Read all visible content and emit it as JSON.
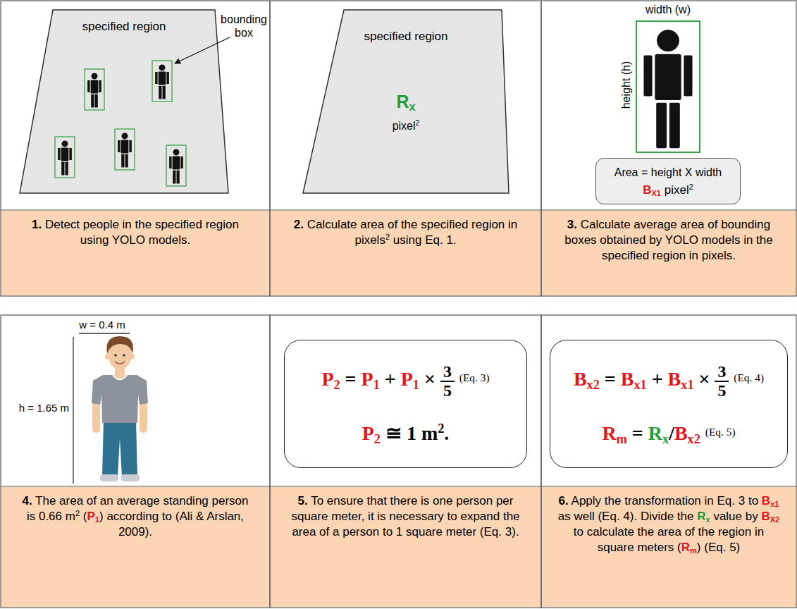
{
  "diagram": {
    "nodes": [
      {
        "text": [
          "specified region"
        ]
      },
      {
        "text": [
          "1.",
          "Detect people in the specified region using YOLO models."
        ]
      },
      {
        "text": [
          "specified region",
          "R",
          "x",
          "pixel",
          "2"
        ]
      },
      {
        "text": [
          "2.",
          "Calculate area of the specified region in pixels",
          "2",
          "using Eq. 1."
        ]
      },
      {
        "text": [
          "Area = height X width",
          "B",
          "X1",
          "pixel",
          "2"
        ]
      },
      {
        "text": [
          "3.",
          "Calculate average area of bounding boxes obtained by YOLO models in the specified region in pixels."
        ]
      },
      {
        "text": [
          "4.",
          "The area of an average standing person is 0.66 m",
          "2",
          "(",
          "P",
          "1",
          ")",
          "according to (Ali & Arslan, 2009)."
        ]
      },
      {
        "text": [
          "P",
          "2",
          "=",
          "P",
          "1",
          "+",
          "P",
          "1",
          "×",
          "3",
          "5",
          "(Eq. 3)",
          "P",
          "2",
          "≅",
          "1 m",
          "2",
          "."
        ]
      },
      {
        "text": [
          "5.",
          "To ensure that there is one person per square meter, it is necessary to expand the area of a person to 1 square meter (Eq. 3)."
        ]
      },
      {
        "text": [
          "B",
          "x2",
          "=",
          "B",
          "x1",
          "+",
          "B",
          "x1",
          "×",
          "3",
          "5",
          "(Eq. 4)",
          "R",
          "m",
          "=",
          "R",
          "x",
          "/",
          "B",
          "x2",
          "(Eq. 5)"
        ]
      },
      {
        "text": [
          "6.",
          "Apply the transformation in Eq. 3 to",
          "B",
          "x1",
          "as well (Eq. 4). Divide the",
          "R",
          "x",
          "value by",
          "B",
          "X2",
          "to calculate the area of the region in square meters (",
          "R",
          "m",
          ")",
          "(Eq. 5)"
        ]
      }
    ],
    "labels": [
      "bounding box",
      "width (w)",
      "height (h)",
      "w = 0.4 m",
      "h = 1.65 m"
    ]
  }
}
